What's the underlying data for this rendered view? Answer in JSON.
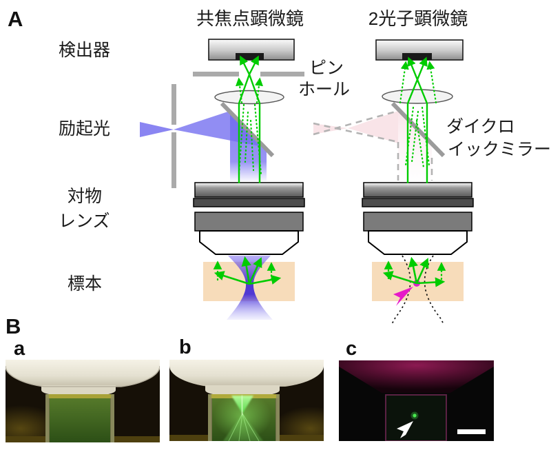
{
  "figure": {
    "panel_a_label": "A",
    "panel_b_label": "B"
  },
  "panel_a": {
    "columns": [
      {
        "title": "共焦点顕微鏡"
      },
      {
        "title": "2光子顕微鏡"
      }
    ],
    "row_labels": {
      "detector": "検出器",
      "excitation_light": "励起光",
      "objective_1": "対物",
      "objective_2": "レンズ",
      "specimen": "標本"
    },
    "annotations": {
      "pinhole_1": "ピン",
      "pinhole_2": "ホール",
      "dichroic_1": "ダイクロ",
      "dichroic_2": "イックミラー"
    },
    "colors": {
      "excitation_blue": "#7672ee",
      "emission_green": "#00cc00",
      "ir_excitation_pink": "#fbeaed",
      "specimen_tan": "#f7dcba",
      "focal_point_magenta": "#dd22cc",
      "structure_gray": "#a9a9a9"
    }
  },
  "panel_b": {
    "photos": [
      {
        "label": "a"
      },
      {
        "label": "b"
      },
      {
        "label": "c"
      }
    ]
  }
}
